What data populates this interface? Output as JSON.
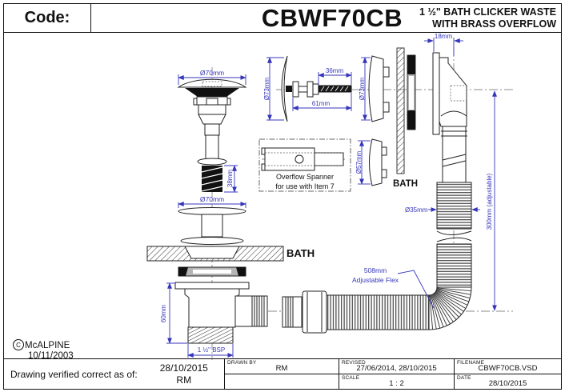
{
  "header": {
    "code_label": "Code:",
    "code_value": "CBWF70CB",
    "title_line1": "1 ½\" BATH CLICKER WASTE",
    "title_line2": "WITH BRASS OVERFLOW"
  },
  "colors": {
    "dimension_blue": "#3535bb",
    "line_black": "#1a1a1a"
  },
  "drawing": {
    "labels": {
      "bath_left": "BATH",
      "bath_right": "BATH",
      "spanner_line1": "Overflow Spanner",
      "spanner_line2": "for use with Item 7"
    },
    "dimensions": {
      "cap_diameter": "Ø70mm",
      "tail_length": "38mm",
      "flange_diameter": "Ø70mm",
      "body_height": "60mm",
      "thread_size": "1 ½\" BSP",
      "cover_diameter_side": "Ø73mm",
      "screw_thread_length": "36mm",
      "screw_length": "61mm",
      "cover_diameter_rear": "Ø73mm",
      "flange_inner_diameter": "Ø57mm",
      "elbow_depth": "18mm",
      "pipe_length": "300mm (adjustable)",
      "hose_diameter": "Ø35mm",
      "hose_length_line1": "508mm",
      "hose_length_line2": "Adjustable Flex"
    },
    "copyright": {
      "symbol": "C",
      "name": "McALPINE",
      "date": "10/11/2003"
    }
  },
  "footer": {
    "verified_label": "Drawing verified correct as of:",
    "verified_date": "28/10/2015",
    "verified_initials": "RM",
    "drawn_by_label": "DRAWN BY",
    "drawn_by_value": "RM",
    "revised_label": "REVISED",
    "revised_value": "27/06/2014, 28/10/2015",
    "scale_label": "SCALE",
    "scale_value": "1 : 2",
    "filename_label": "FILENAME",
    "filename_value": "CBWF70CB.VSD",
    "date_label": "DATE",
    "date_value": "28/10/2015"
  }
}
